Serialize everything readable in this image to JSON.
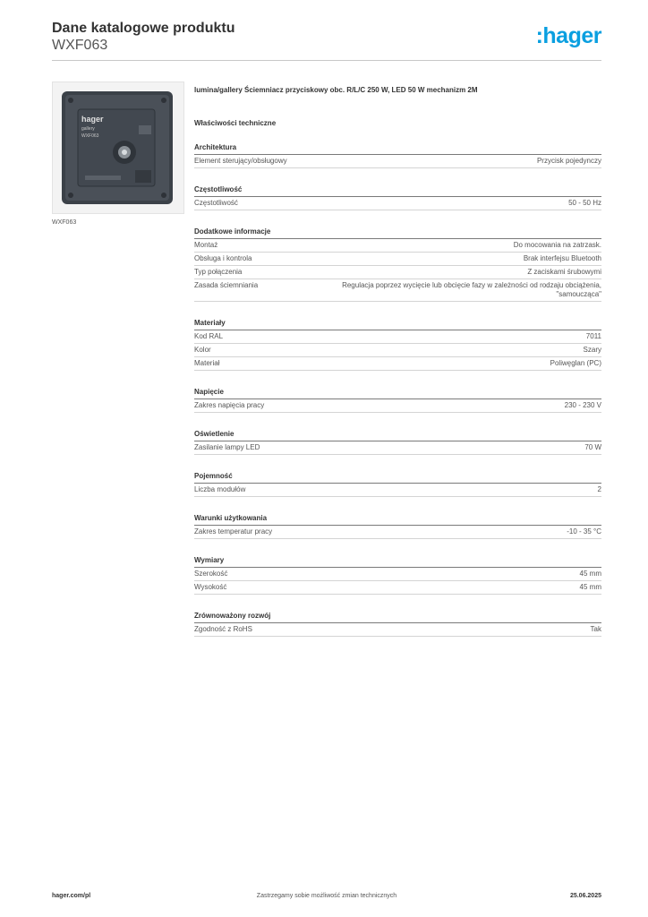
{
  "header": {
    "title": "Dane katalogowe produktu",
    "code": "WXF063",
    "logo_colon": ":",
    "logo_text": "hager"
  },
  "product": {
    "image_caption": "WXF063",
    "image_brand": "hager",
    "image_series": "gallery",
    "image_model": "WXF063",
    "description": "lumina/gallery Ściemniacz przyciskowy obc. R/L/C 250 W, LED 50 W mechanizm 2M"
  },
  "main_heading": "Właściwości techniczne",
  "sections": [
    {
      "title": "Architektura",
      "rows": [
        {
          "k": "Element sterujący/obsługowy",
          "v": "Przycisk pojedynczy"
        }
      ]
    },
    {
      "title": "Częstotliwość",
      "rows": [
        {
          "k": "Częstotliwość",
          "v": "50 - 50 Hz"
        }
      ]
    },
    {
      "title": "Dodatkowe informacje",
      "rows": [
        {
          "k": "Montaż",
          "v": "Do mocowania na zatrzask."
        },
        {
          "k": "Obsługa i kontrola",
          "v": "Brak interfejsu Bluetooth"
        },
        {
          "k": "Typ połączenia",
          "v": "Z zaciskami śrubowymi"
        },
        {
          "k": "Zasada ściemniania",
          "v": "Regulacja poprzez wycięcie lub obcięcie  fazy w zależności od rodzaju obciążenia, \"samoucząca\""
        }
      ]
    },
    {
      "title": "Materiały",
      "rows": [
        {
          "k": "Kod RAL",
          "v": "7011"
        },
        {
          "k": "Kolor",
          "v": "Szary"
        },
        {
          "k": "Materiał",
          "v": "Poliwęglan (PC)"
        }
      ]
    },
    {
      "title": "Napięcie",
      "rows": [
        {
          "k": "Zakres napięcia pracy",
          "v": "230 - 230 V"
        }
      ]
    },
    {
      "title": "Oświetlenie",
      "rows": [
        {
          "k": "Zasilanie lampy LED",
          "v": "70 W"
        }
      ]
    },
    {
      "title": "Pojemność",
      "rows": [
        {
          "k": "Liczba modułów",
          "v": "2"
        }
      ]
    },
    {
      "title": "Warunki użytkowania",
      "rows": [
        {
          "k": "Zakres temperatur pracy",
          "v": "-10 - 35 °C"
        }
      ]
    },
    {
      "title": "Wymiary",
      "rows": [
        {
          "k": "Szerokość",
          "v": "45 mm"
        },
        {
          "k": "Wysokość",
          "v": "45 mm"
        }
      ]
    },
    {
      "title": "Zrównoważony rozwój",
      "rows": [
        {
          "k": "Zgodność z RoHS",
          "v": "Tak"
        }
      ]
    }
  ],
  "footer": {
    "website": "hager.com/pl",
    "notice": "Zastrzegamy sobie możliwość zmian technicznych",
    "date": "25.06.2025"
  },
  "colors": {
    "brand": "#0a9fe0",
    "text": "#333333",
    "device": "#3b4148"
  }
}
